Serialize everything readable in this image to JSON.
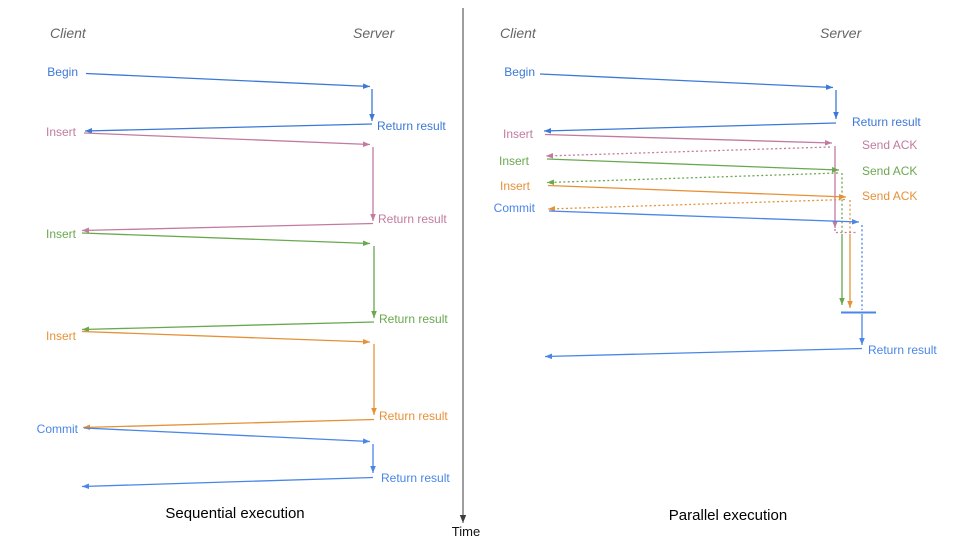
{
  "colors": {
    "begin_blue": "#3c78d8",
    "commit_blue": "#4a86e8",
    "insert_pink": "#c27ba0",
    "insert_green": "#6aa84f",
    "insert_orange": "#e69138",
    "time_axis": "#3d3d3d",
    "header_gray": "#666666",
    "caption_black": "#000000"
  },
  "time_axis": {
    "label": "Time"
  },
  "sequential": {
    "client_header": "Client",
    "server_header": "Server",
    "caption": "Sequential execution",
    "rows": [
      {
        "label": "Begin",
        "return_label": "Return result"
      },
      {
        "label": "Insert",
        "return_label": "Return result"
      },
      {
        "label": "Insert",
        "return_label": "Return result"
      },
      {
        "label": "Insert",
        "return_label": "Return result"
      },
      {
        "label": "Commit",
        "return_label": "Return result"
      }
    ]
  },
  "parallel": {
    "client_header": "Client",
    "server_header": "Server",
    "caption": "Parallel execution",
    "rows": [
      {
        "label": "Begin",
        "response_label": "Return result"
      },
      {
        "label": "Insert",
        "response_label": "Send ACK"
      },
      {
        "label": "Insert",
        "response_label": "Send ACK"
      },
      {
        "label": "Insert",
        "response_label": "Send ACK"
      },
      {
        "label": "Commit"
      }
    ],
    "final_return_label": "Return result"
  }
}
